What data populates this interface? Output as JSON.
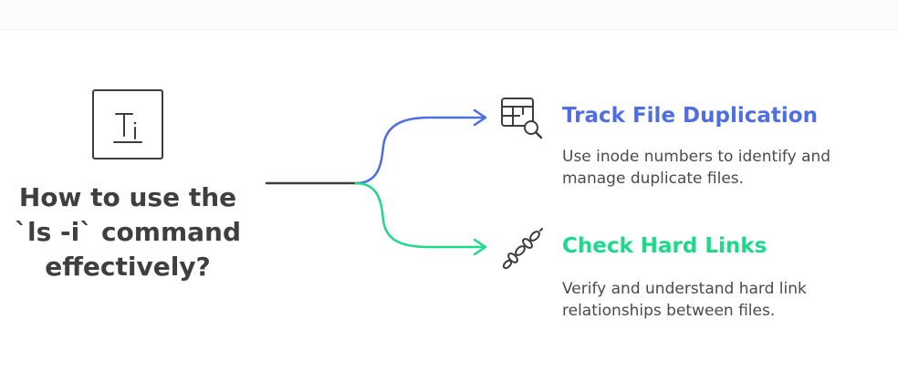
{
  "question": {
    "lines": [
      "How to use the",
      "`ls -i` command",
      "effectively?"
    ]
  },
  "branches": [
    {
      "title": "Track File Duplication",
      "description_lines": [
        "Use inode numbers to identify and",
        "manage duplicate files."
      ],
      "color": "#4f6ee0",
      "icon": "table-search-icon"
    },
    {
      "title": "Check Hard Links",
      "description_lines": [
        "Verify and understand hard link",
        "relationships between files."
      ],
      "color": "#1ed98a",
      "icon": "chain-link-icon"
    }
  ],
  "colors": {
    "trunk": "#3d3d3d",
    "text": "#3f3f3f"
  },
  "icons": {
    "title": "text-type-icon"
  }
}
